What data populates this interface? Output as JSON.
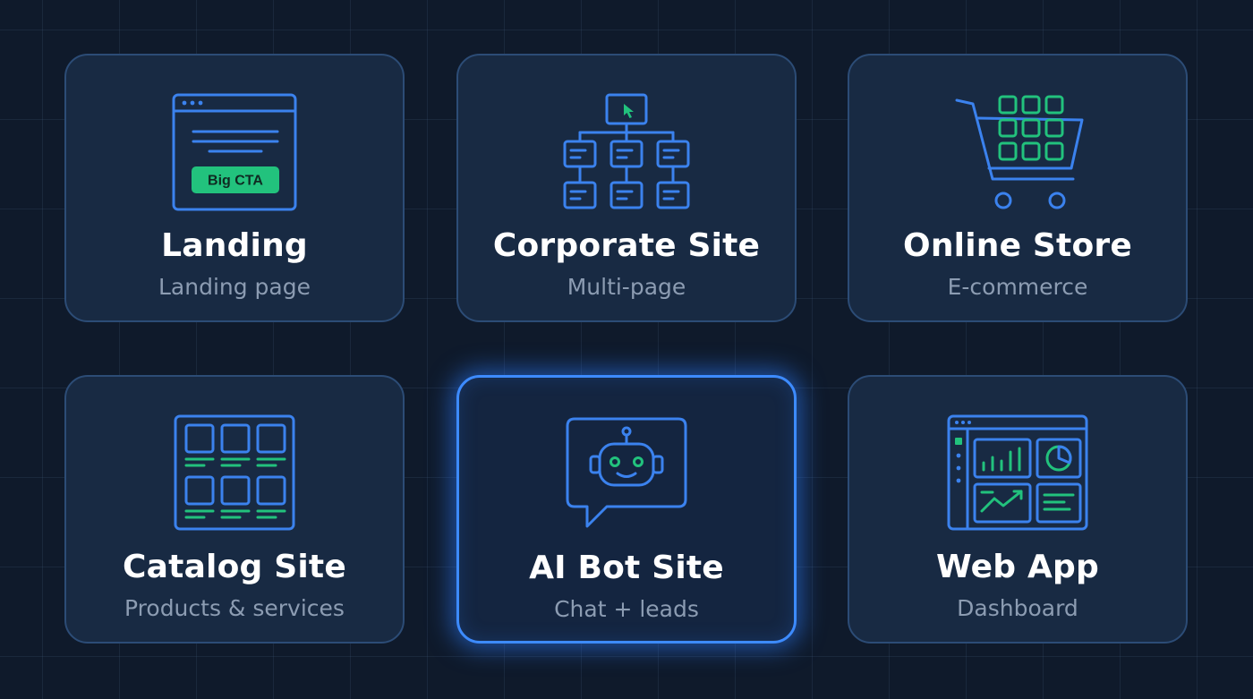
{
  "colors": {
    "background": "#0f1a2b",
    "card": "#182a43",
    "card_border": "#2c4c76",
    "accent_blue": "#3b82ee",
    "accent_green": "#22c27d",
    "selected_glow": "#3d8bff"
  },
  "cards": [
    {
      "title": "Landing",
      "subtitle": "Landing page",
      "icon": "landing-page-icon",
      "cta_label": "Big CTA",
      "selected": false
    },
    {
      "title": "Corporate Site",
      "subtitle": "Multi-page",
      "icon": "sitemap-icon",
      "selected": false
    },
    {
      "title": "Online Store",
      "subtitle": "E-commerce",
      "icon": "shopping-cart-icon",
      "selected": false
    },
    {
      "title": "Catalog Site",
      "subtitle": "Products & services",
      "icon": "catalog-grid-icon",
      "selected": false
    },
    {
      "title": "AI Bot Site",
      "subtitle": "Chat + leads",
      "icon": "robot-chat-icon",
      "selected": true
    },
    {
      "title": "Web App",
      "subtitle": "Dashboard",
      "icon": "dashboard-icon",
      "selected": false
    }
  ]
}
